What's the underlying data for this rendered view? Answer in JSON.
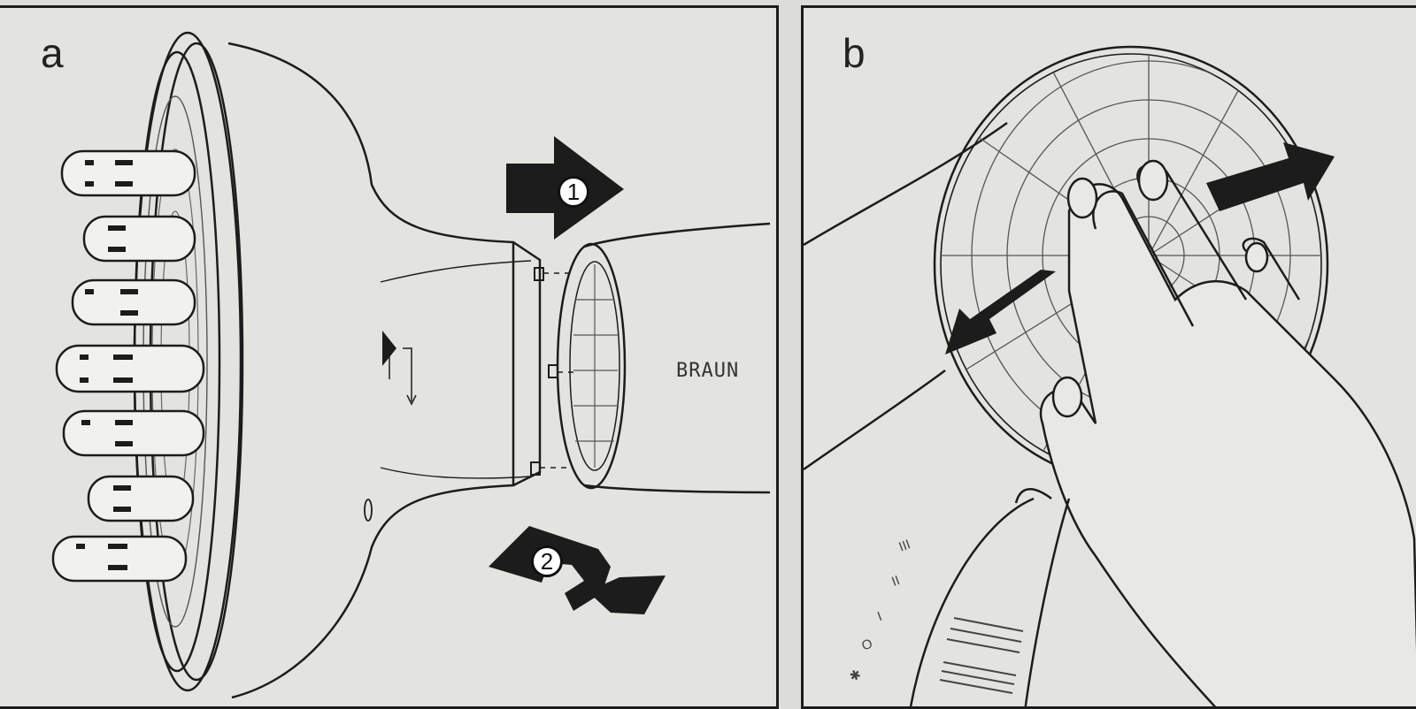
{
  "panels": [
    {
      "label": "a"
    },
    {
      "label": "b"
    }
  ],
  "brand": "BRAUN",
  "steps": [
    "1",
    "2"
  ],
  "speed_settings": [
    "III",
    "II",
    "I",
    "O",
    "✱"
  ],
  "colors": {
    "ink": "#1c1c1c",
    "paper": "#e3e3df"
  },
  "icons": [
    "arrow-right-icon",
    "rotate-arrow-icon",
    "arrow-left-icon"
  ]
}
